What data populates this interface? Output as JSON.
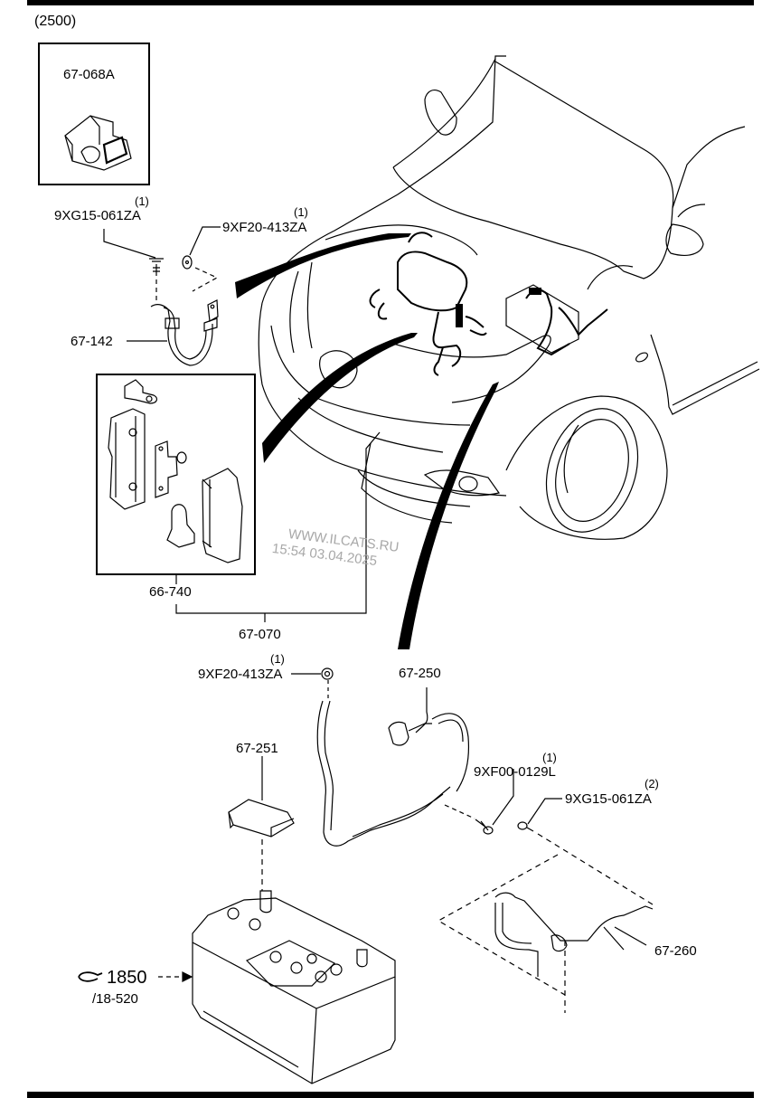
{
  "diagram": {
    "group_code": "(2500)",
    "watermark": {
      "site": "WWW.ILCATS.RU",
      "timestamp": "15:54 03.04.2025"
    },
    "parts": {
      "connector_inset": {
        "number": "67-068A",
        "icon": "connector-icon"
      },
      "bolt_top": {
        "number": "9XG15-061ZA",
        "qty": "(1)",
        "icon": "bolt-icon"
      },
      "nut_top": {
        "number": "9XF20-413ZA",
        "qty": "(1)",
        "icon": "nut-icon"
      },
      "ground_cable": {
        "number": "67-142",
        "icon": "ground-cable-icon"
      },
      "fuse_block": {
        "number": "66-740",
        "icon": "fuse-block-icon"
      },
      "fuse_assembly": {
        "number": "67-070"
      },
      "nut_mid": {
        "number": "9XF20-413ZA",
        "qty": "(1)",
        "icon": "nut-icon"
      },
      "battery_cable_positive": {
        "number": "67-250",
        "icon": "battery-cable-icon"
      },
      "battery_cover": {
        "number": "67-251",
        "icon": "battery-cover-icon"
      },
      "bolt_flange": {
        "number": "9XF00-0129L",
        "qty": "(1)",
        "icon": "bolt-icon"
      },
      "bolt_bottom": {
        "number": "9XG15-061ZA",
        "qty": "(2)",
        "icon": "bolt-icon"
      },
      "battery_cable_negative": {
        "number": "67-260",
        "icon": "battery-cable-icon"
      },
      "battery": {
        "ref": "1850",
        "subref": "/18-520",
        "icon": "hand-pointer-icon"
      }
    }
  }
}
